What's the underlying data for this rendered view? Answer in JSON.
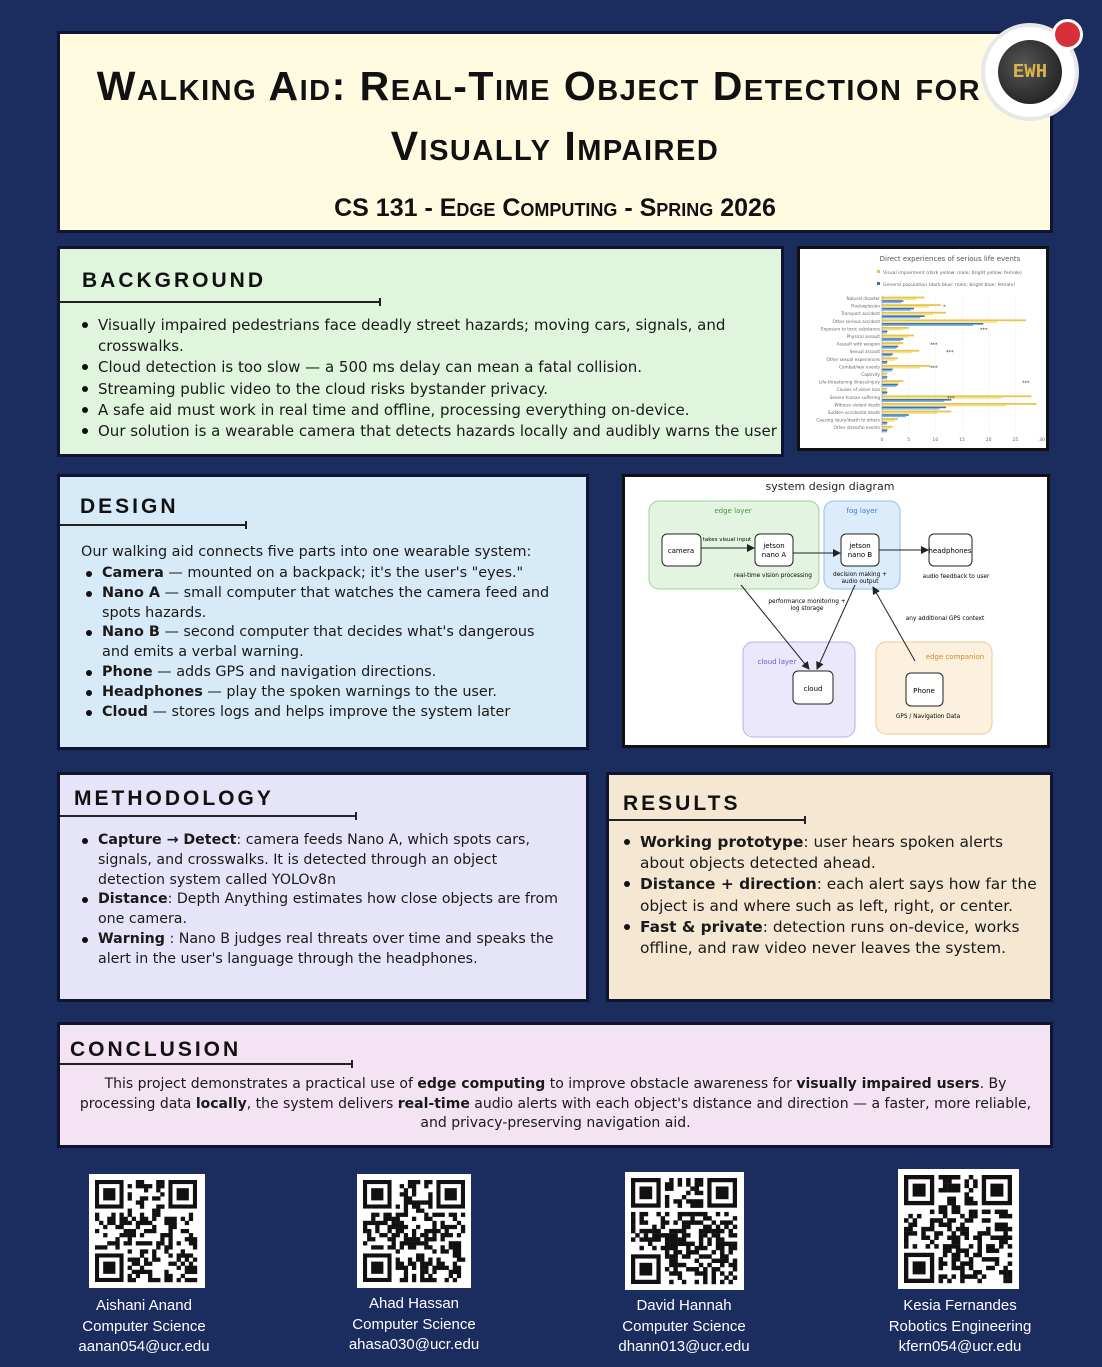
{
  "header": {
    "title_line1": "Walking Aid: Real-Time Object Detection for t",
    "title_line2": "Visually Impaired",
    "subtitle": "CS 131 - Edge Computing - Spring 2026",
    "logo_text": "EWH"
  },
  "background": {
    "heading": "BACKGROUND",
    "items": [
      "Visually impaired pedestrians face deadly street hazards; moving cars, signals, and crosswalks.",
      "Cloud detection is too slow — a 500 ms delay can mean a fatal collision.",
      "Streaming public video to the cloud risks bystander privacy.",
      "A safe aid must work in real time and offline, processing everything on-device.",
      "Our solution is a wearable camera that detects hazards locally and audibly warns the user"
    ]
  },
  "chart_data": {
    "type": "bar",
    "title": "Direct experiences of serious life events",
    "series": [
      {
        "name": "Visual impairment (dark yellow: male; bright yellow: female)",
        "values": [
          8,
          11,
          12,
          27,
          5,
          6,
          4,
          7,
          3,
          9,
          1,
          4,
          1,
          28,
          29,
          13,
          3,
          2,
          2,
          6
        ]
      },
      {
        "name": "General population (dark blue: male; bright blue: female)",
        "values": [
          4,
          6,
          8,
          19,
          1,
          4,
          3,
          2,
          1,
          2,
          1,
          3,
          1,
          13,
          12,
          5,
          1,
          1,
          1,
          4
        ]
      }
    ],
    "categories": [
      "Natural disaster",
      "Fire/explosion",
      "Transport accident",
      "Other serious accident",
      "Exposure to toxic substance",
      "Physical assault",
      "Assault with weapon",
      "Sexual assault",
      "Other sexual experiences",
      "Combat/war events",
      "Captivity",
      "Life-threatening illness/injury",
      "Causes of vision loss",
      "Severe human suffering",
      "Witness violent death",
      "Sudden accidental death",
      "Causing injury/death to others",
      "Other stressful events"
    ],
    "x_ticks": [
      "0",
      "5",
      "10",
      "15",
      "20",
      "25",
      "30"
    ],
    "xlim": [
      0,
      30
    ],
    "annotations": [
      "*",
      "***",
      "***",
      "***",
      "***",
      "***",
      "***"
    ]
  },
  "design": {
    "heading": "DESIGN",
    "intro": "Our walking aid connects five parts into one wearable system:",
    "items": [
      {
        "term": "Camera",
        "desc": " — mounted on a backpack; it's the user's \"eyes.\""
      },
      {
        "term": "Nano A",
        "desc": " — small computer that watches the camera feed and spots hazards."
      },
      {
        "term": "Nano B",
        "desc": " — second computer that decides what's dangerous and emits a verbal warning."
      },
      {
        "term": "Phone",
        "desc": " — adds GPS and navigation directions."
      },
      {
        "term": "Headphones",
        "desc": " — play the spoken warnings to the user."
      },
      {
        "term": "Cloud",
        "desc": " — stores logs and helps improve the system later"
      }
    ]
  },
  "diagram": {
    "title": "system design diagram",
    "edge_layer": "edge layer",
    "fog_layer": "fog layer",
    "cloud_layer": "cloud layer",
    "edge_companion": "edge companion",
    "camera": "camera",
    "jetson_a_1": "jetson",
    "jetson_a_2": "nano A",
    "jetson_b_1": "jetson",
    "jetson_b_2": "nano B",
    "headphones": "headphones",
    "cloud": "cloud",
    "phone": "Phone",
    "takes_visual_input": "takes visual input",
    "realtime_processing": "real-time vision processing",
    "decision_1": "decision making +",
    "decision_2": "audio output",
    "audio_feedback": "audio feedback to user",
    "perf_1": "performance monitoring +",
    "perf_2": "log storage",
    "gps_context": "any additional GPS context",
    "gps_nav": "GPS / Navigation Data"
  },
  "methodology": {
    "heading": "METHODOLOGY",
    "items": [
      {
        "term": "Capture → Detect",
        "desc": ": camera feeds Nano A, which spots cars, signals, and crosswalks. It is detected through an object detection system called YOLOv8n"
      },
      {
        "term": "Distance",
        "desc": ": Depth Anything estimates how close objects are from one camera."
      },
      {
        "term": "Warning",
        "desc": " : Nano B judges real threats over time and speaks the alert in the user's language through the headphones."
      }
    ]
  },
  "results": {
    "heading": "RESULTS",
    "items": [
      {
        "term": "Working prototype",
        "desc": ": user hears spoken alerts about objects detected ahead."
      },
      {
        "term": "Distance + direction",
        "desc": ": each alert says how far the object is and where such as left, right, or center."
      },
      {
        "term": "Fast & private",
        "desc": ": detection runs on-device, works offline, and raw video never leaves the system."
      }
    ]
  },
  "conclusion": {
    "heading": "CONCLUSION",
    "p1": "This project demonstrates a practical use of ",
    "b1": "edge computing",
    "p2": " to improve obstacle awareness for ",
    "b2": "visually impaired users",
    "p3": ". By processing data ",
    "b3": "locally",
    "p4": ", the system delivers ",
    "b4": "real-time",
    "p5": " audio alerts with each object's distance and direction — a faster, more reliable, and privacy-preserving navigation aid."
  },
  "team": [
    {
      "name": "Aishani Anand",
      "dept": "Computer Science",
      "email": "aanan054@ucr.edu"
    },
    {
      "name": "Ahad Hassan",
      "dept": "Computer Science",
      "email": "ahasa030@ucr.edu"
    },
    {
      "name": "David Hannah",
      "dept": "Computer Science",
      "email": "dhann013@ucr.edu"
    },
    {
      "name": "Kesia Fernandes",
      "dept": "Robotics Engineering",
      "email": "kfern054@ucr.edu"
    }
  ]
}
